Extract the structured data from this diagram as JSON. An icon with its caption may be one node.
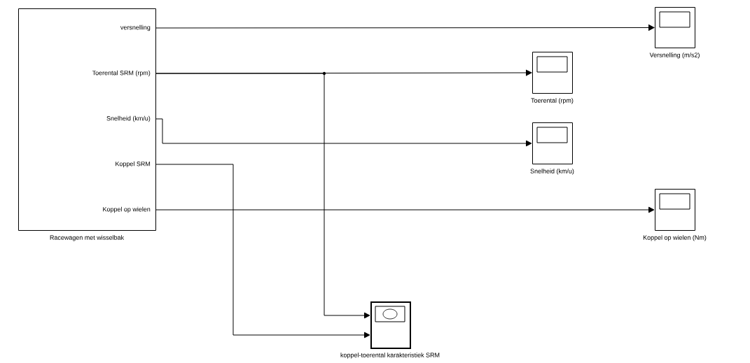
{
  "diagram": {
    "nodes": [
      {
        "text": [
          "versnelling",
          "Toerental SRM (rpm)",
          "Snelheid (km/u)",
          "Koppel SRM",
          "Koppel op wielen",
          "Racewagen met wisselbak"
        ]
      },
      {
        "text": [
          "Versnelling (m/s2)"
        ]
      },
      {
        "text": [
          "Toerental (rpm)"
        ]
      },
      {
        "text": [
          "Snelheid (km/u)"
        ]
      },
      {
        "text": [
          "Koppel op wielen (Nm)"
        ]
      },
      {
        "text": [
          "koppel-toerental karakteristiek SRM"
        ]
      }
    ],
    "edges": [
      {
        "from": 0,
        "to": 1,
        "arrow": "to"
      },
      {
        "from": 0,
        "to": 2,
        "arrow": "to"
      },
      {
        "from": 0,
        "to": 3,
        "arrow": "to"
      },
      {
        "from": 0,
        "to": 4,
        "arrow": "to"
      },
      {
        "from": 0,
        "to": 5,
        "arrow": "to"
      },
      {
        "from": 0,
        "to": 5,
        "arrow": "to"
      }
    ]
  }
}
